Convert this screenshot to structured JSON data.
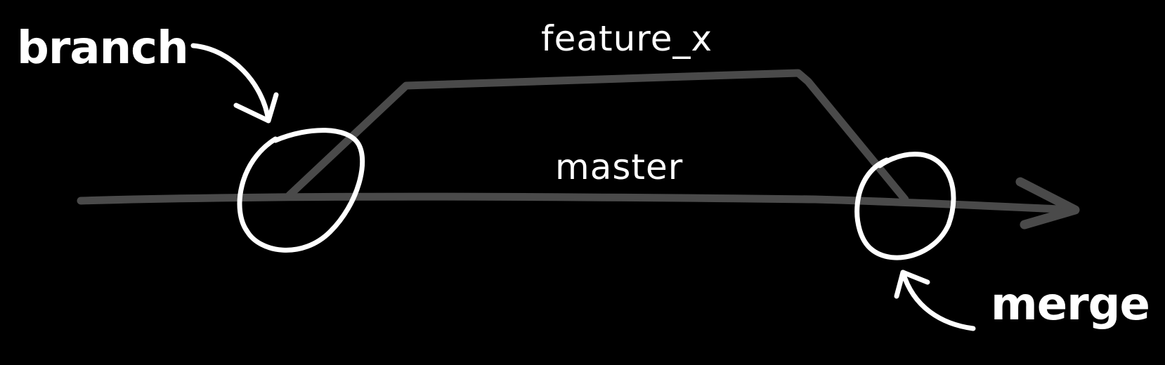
{
  "labels": {
    "branch": "branch",
    "feature": "feature_x",
    "master": "master",
    "merge": "merge"
  },
  "colors": {
    "background": "#000000",
    "line": "#4a4a4a",
    "ink": "#ffffff"
  }
}
